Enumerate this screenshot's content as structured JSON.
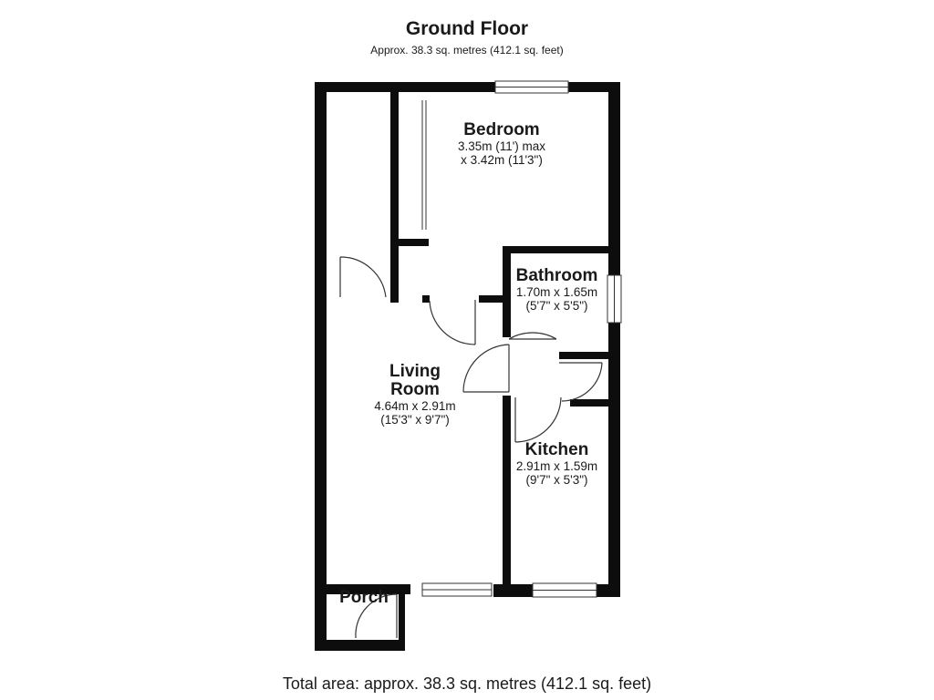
{
  "header": {
    "title": "Ground Floor",
    "subtitle": "Approx. 38.3 sq. metres (412.1 sq. feet)"
  },
  "rooms": {
    "bedroom": {
      "name": "Bedroom",
      "dim1": "3.35m (11') max",
      "dim2": "x 3.42m (11'3\")"
    },
    "bathroom": {
      "name": "Bathroom",
      "dim1": "1.70m x 1.65m",
      "dim2": "(5'7\" x 5'5\")"
    },
    "living": {
      "name1": "Living",
      "name2": "Room",
      "dim1": "4.64m x 2.91m",
      "dim2": "(15'3\" x 9'7\")"
    },
    "kitchen": {
      "name": "Kitchen",
      "dim1": "2.91m x 1.59m",
      "dim2": "(9'7\" x 5'3\")"
    },
    "porch": {
      "name": "Porch"
    }
  },
  "footer": {
    "total": "Total area: approx. 38.3 sq. metres (412.1 sq. feet)"
  },
  "colors": {
    "wall": "#0d0d0d",
    "line": "#333333",
    "background": "#ffffff"
  }
}
